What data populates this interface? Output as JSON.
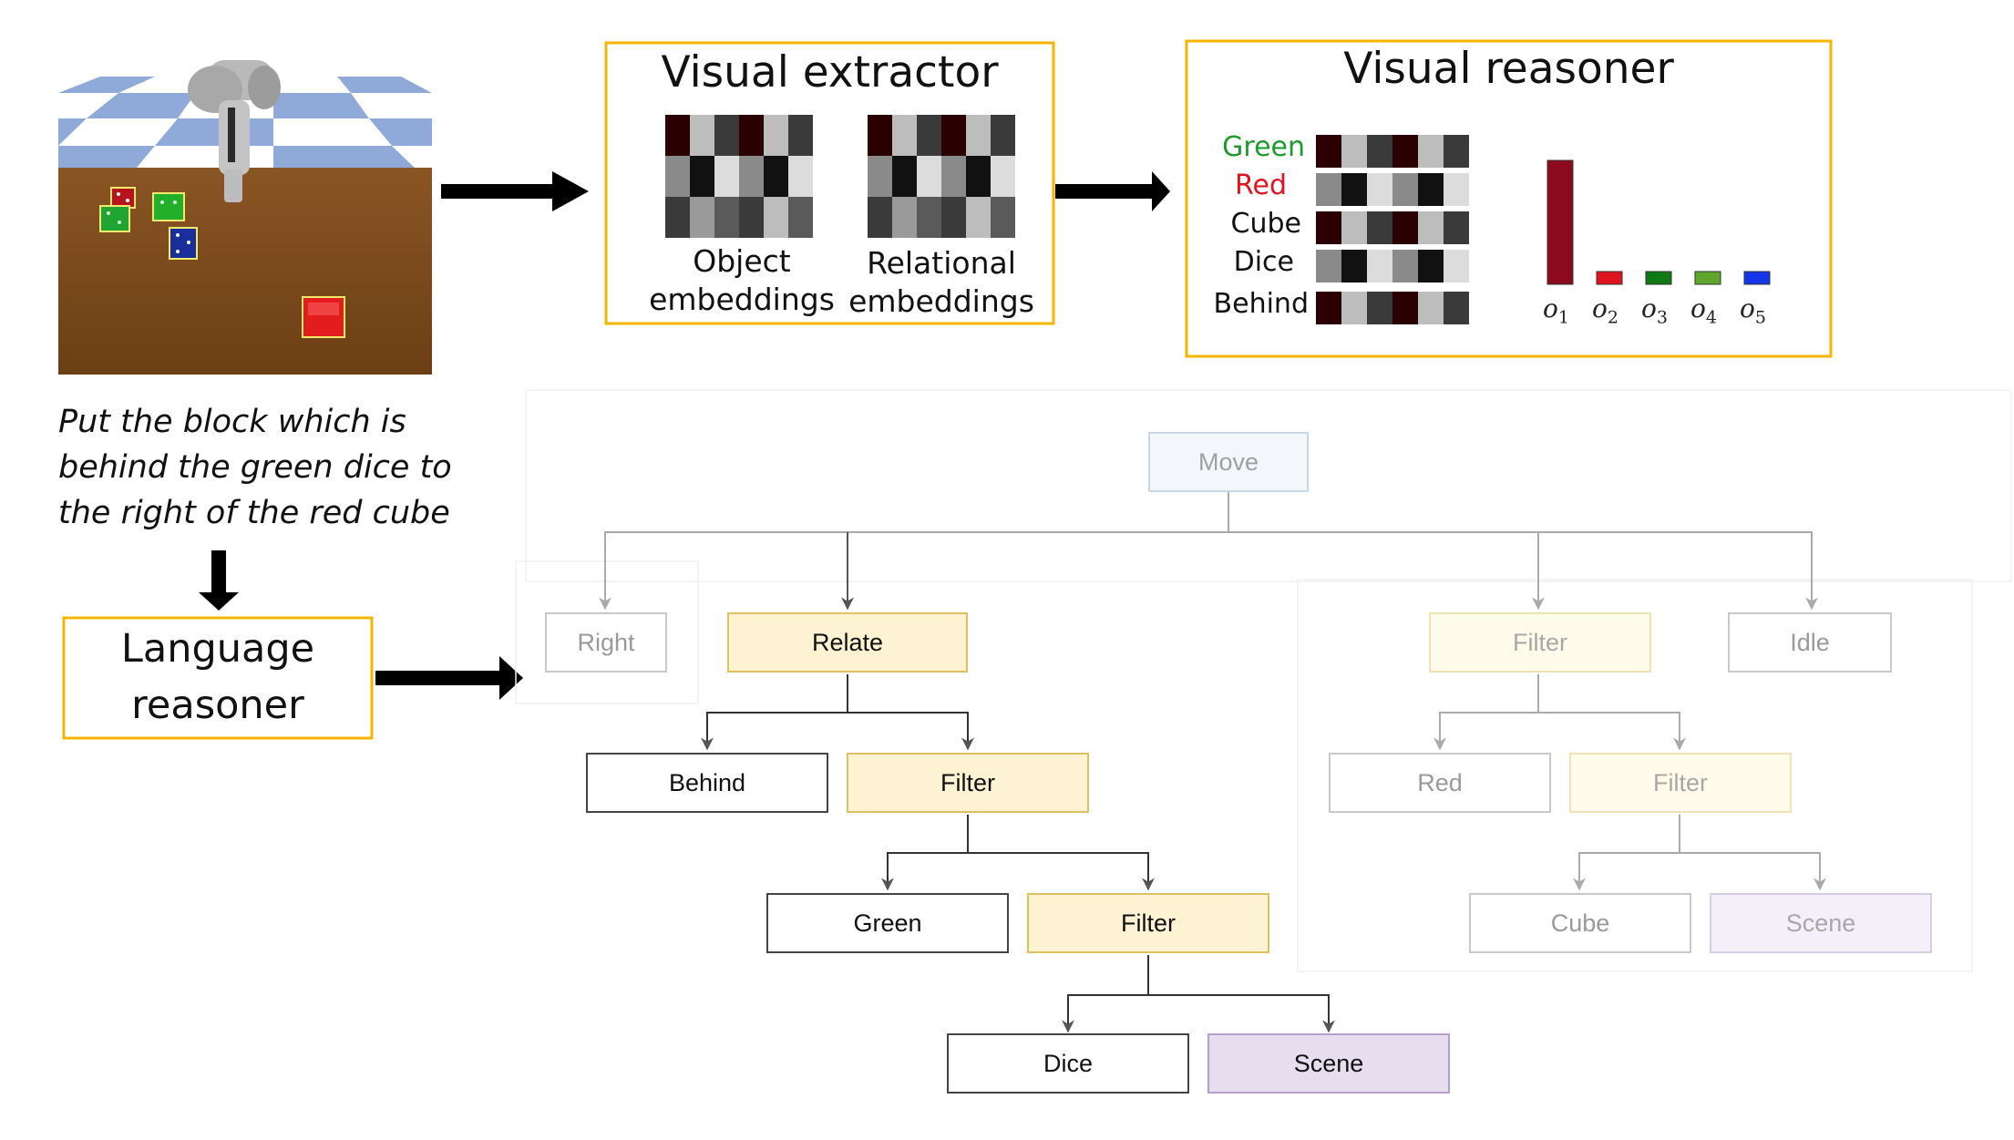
{
  "instruction": "Put the block which is behind the green dice to the right of the red cube",
  "language_reasoner": "Language reasoner",
  "visual_extractor": {
    "title": "Visual extractor",
    "object_caption": [
      "Object",
      "embeddings"
    ],
    "relational_caption": [
      "Relational",
      "embeddings"
    ]
  },
  "visual_reasoner": {
    "title": "Visual reasoner",
    "rows": [
      {
        "label": "Green",
        "color": "#1f9a2e"
      },
      {
        "label": "Red",
        "color": "#e0141e"
      },
      {
        "label": "Cube",
        "color": "#111111"
      },
      {
        "label": "Dice",
        "color": "#111111"
      },
      {
        "label": "Behind",
        "color": "#111111"
      }
    ],
    "bars": [
      {
        "label": "o",
        "sub": "1",
        "value": 1.0,
        "color": "#8b0a1e"
      },
      {
        "label": "o",
        "sub": "2",
        "value": 0.1,
        "color": "#e0141e"
      },
      {
        "label": "o",
        "sub": "3",
        "value": 0.1,
        "color": "#0f7a14"
      },
      {
        "label": "o",
        "sub": "4",
        "value": 0.1,
        "color": "#5ea72a"
      },
      {
        "label": "o",
        "sub": "5",
        "value": 0.1,
        "color": "#1236e8"
      }
    ]
  },
  "tree": {
    "move": "Move",
    "right": "Right",
    "relate": "Relate",
    "filter_top": "Filter",
    "idle": "Idle",
    "behind": "Behind",
    "filter_mid": "Filter",
    "red": "Red",
    "filter_r2": "Filter",
    "green": "Green",
    "filter_low": "Filter",
    "cube": "Cube",
    "scene_r": "Scene",
    "dice": "Dice",
    "scene_l": "Scene"
  },
  "colors": {
    "accent_border": "#f5b400",
    "yellow_fill": "#fdf3d2",
    "purple_fill": "#e6deef"
  }
}
